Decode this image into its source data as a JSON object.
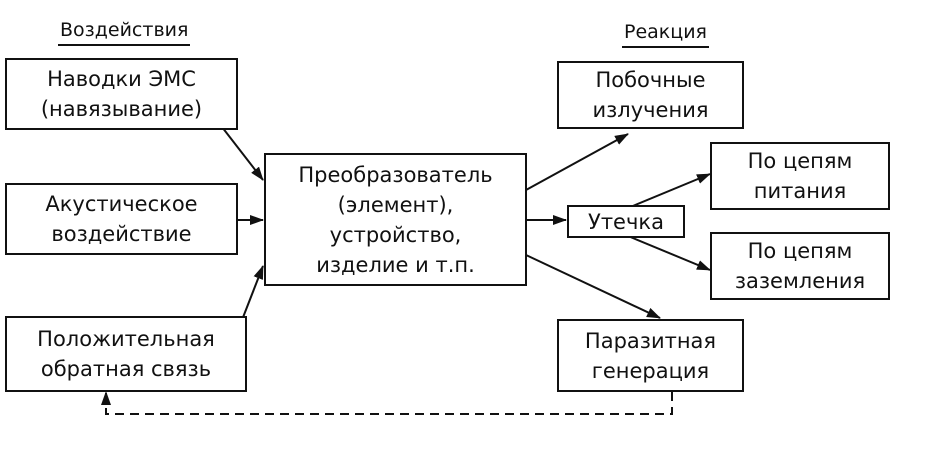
{
  "headers": {
    "left": "Воздействия",
    "right": "Реакция"
  },
  "inputs": {
    "ems": "Наводки ЭМС\n(навязывание)",
    "acoustic": "Акустическое\nвоздействие",
    "feedback": "Положительная\nобратная связь"
  },
  "center": "Преобразователь\n(элемент),\nустройство,\nизделие и т.п.",
  "outputs": {
    "emissions": "Побочные\nизлучения",
    "leakage": "Утечка",
    "power": "По цепям\nпитания",
    "ground": "По цепям\nзаземления",
    "parasitic": "Паразитная\nгенерация"
  }
}
